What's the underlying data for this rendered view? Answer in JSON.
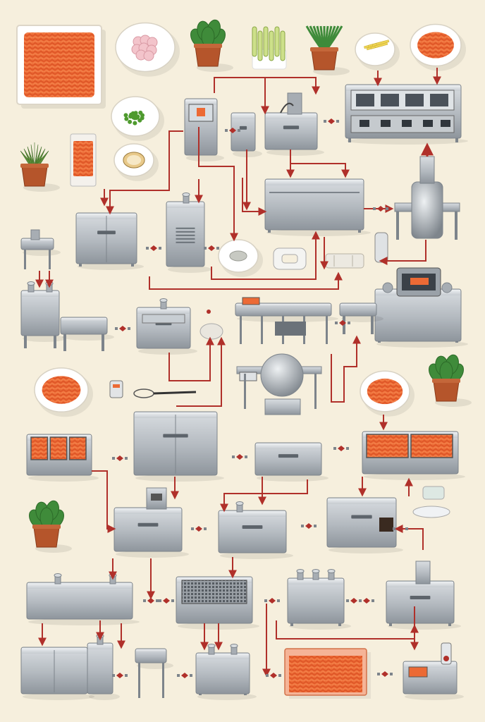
{
  "scene": {
    "background": "#f6efdd",
    "pipe_color": "#b0302a",
    "steel_light": "#c9cdd1",
    "steel_mid": "#a7adb3",
    "steel_dark": "#7d848b",
    "product_color": "#ec6a35",
    "plant_color": "#3f8b3a",
    "pot_color": "#b5552b"
  },
  "ingredients": [
    "shredded-carrot-tray",
    "pink-meatballs-bowl",
    "green-peas-bowl",
    "sliced-cucumber-bowl",
    "yellow-fries-bowl",
    "orange-product-bowl",
    "packaged-product",
    "bread-slice-bowl"
  ],
  "plants": [
    "potted-plant",
    "potted-green-onion",
    "potted-pineapple"
  ],
  "machines": [
    "control-console",
    "mixer-tank",
    "conveyor-oven",
    "extruder",
    "packaging-station",
    "fryer-bath",
    "hopper-unit",
    "grinder",
    "cooling-chamber",
    "steam-cabinet",
    "sealer",
    "filling-tank",
    "loader"
  ],
  "tools": [
    "whisk-icon",
    "scale-icon",
    "thermometer-icon"
  ]
}
